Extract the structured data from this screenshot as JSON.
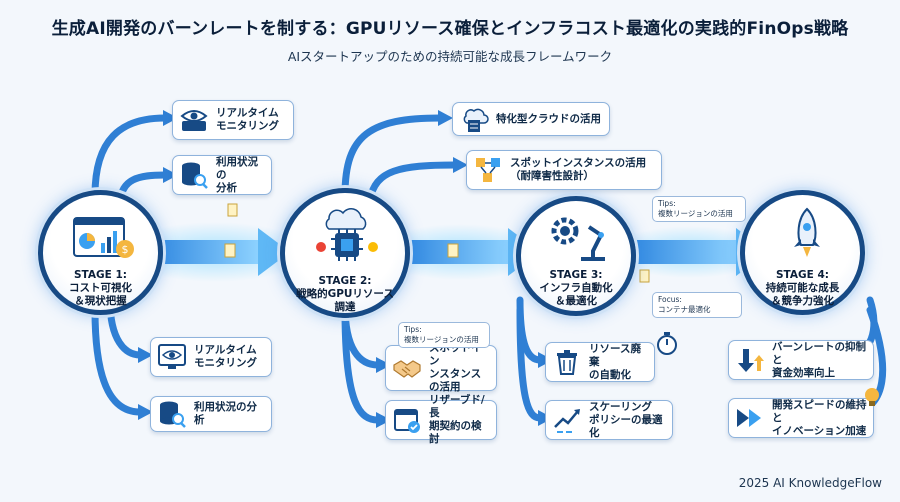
{
  "header": {
    "title": "生成AI開発のバーンレートを制する：GPUリソース確保とインフラコスト最適化の実践的FinOps戦略",
    "subtitle": "AIスタートアップのための持続可能な成長フレームワーク"
  },
  "stages": [
    {
      "label": "STAGE 1:",
      "line1": "コスト可視化",
      "line2": "＆現状把握"
    },
    {
      "label": "STAGE 2:",
      "line1": "戦略的GPUリソース",
      "line2": "調達"
    },
    {
      "label": "STAGE 3:",
      "line1": "インフラ自動化",
      "line2": "＆最適化"
    },
    {
      "label": "STAGE 4:",
      "line1": "持続可能な成長",
      "line2": "＆競争力強化"
    }
  ],
  "cards": {
    "s1_top1": {
      "line1": "リアルタイム",
      "line2": "モニタリング"
    },
    "s1_top2": {
      "line1": "利用状況の",
      "line2": "分析"
    },
    "s1_bot1": {
      "line1": "リアルタイム",
      "line2": "モニタリング"
    },
    "s1_bot2": {
      "line1": "利用状況の分析",
      "line2": ""
    },
    "s2_top1": {
      "line1": "特化型クラウドの活用",
      "line2": ""
    },
    "s2_top2": {
      "line1": "スポットインスタンスの活用",
      "line2": "（耐障害性設計）"
    },
    "s2_bot1": {
      "line1": "スポットイン",
      "line2": "ンスタンス",
      "line3": "の活用"
    },
    "s2_bot2": {
      "line1": "リザーブド/長",
      "line2": "期契約の検討"
    },
    "s3_bot1": {
      "line1": "リソース廃棄",
      "line2": "の自動化"
    },
    "s3_bot2": {
      "line1": "スケーリング",
      "line2": "ポリシーの最適化"
    },
    "s4_bot1": {
      "line1": "バーンレートの抑制と",
      "line2": "資金効率向上"
    },
    "s4_bot2": {
      "line1": "開発スピードの維持と",
      "line2": "イノベーション加速"
    }
  },
  "tips": {
    "t1": {
      "head": "Tips:",
      "body": "複数リージョンの活用"
    },
    "t2": {
      "head": "Tips:",
      "body": "複数リージョンの活用"
    },
    "t3": {
      "head": "Focus:",
      "body": "コンテナ最適化"
    }
  },
  "footer": "2025 AI KnowledgeFlow",
  "colors": {
    "primary": "#174a85",
    "accent": "#3aa0f0",
    "text": "#0b1f3a"
  },
  "icons": [
    "eye-icon",
    "database-search-icon",
    "dashboard-icon",
    "cloud-server-icon",
    "cube-network-icon",
    "handshake-icon",
    "calendar-check-icon",
    "gear-robot-arm-icon",
    "trash-icon",
    "stopwatch-icon",
    "trend-chart-icon",
    "rocket-icon",
    "down-arrow-icon",
    "fast-forward-icon",
    "lightbulb-icon",
    "chip-icon"
  ]
}
